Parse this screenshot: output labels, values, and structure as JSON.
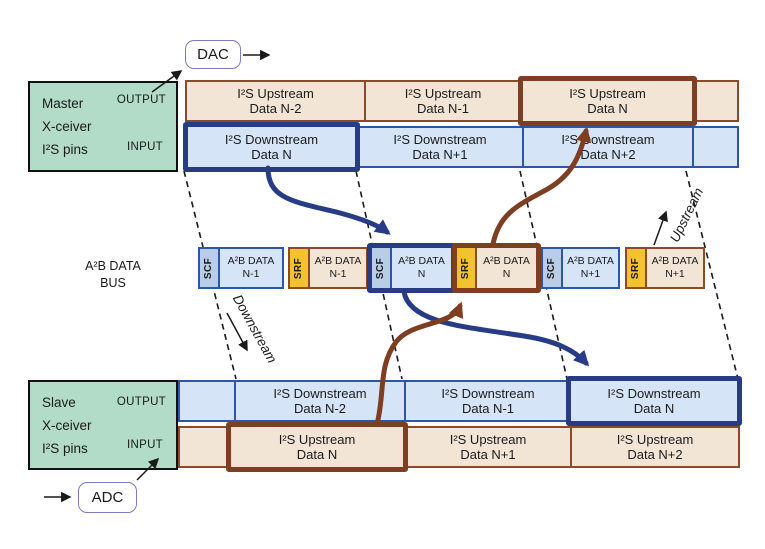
{
  "dac": {
    "label": "DAC"
  },
  "adc": {
    "label": "ADC"
  },
  "master": {
    "line1": "Master",
    "line2": "X-ceiver",
    "line3": "I²S pins",
    "output": "OUTPUT",
    "input": "INPUT"
  },
  "slave": {
    "line1": "Slave",
    "line2": "X-ceiver",
    "line3": "I²S pins",
    "output": "OUTPUT",
    "input": "INPUT"
  },
  "bus_label": {
    "line1": "A²B DATA",
    "line2": "BUS"
  },
  "directions": {
    "downstream": "Downstream",
    "upstream": "Upstream"
  },
  "rows": {
    "top_upstream": {
      "cells": [
        {
          "line1": "I²S Upstream",
          "line2": "Data N-2",
          "highlight": "none"
        },
        {
          "line1": "I²S Upstream",
          "line2": "Data N-1",
          "highlight": "none"
        },
        {
          "line1": "I²S Upstream",
          "line2": "Data N",
          "highlight": "brown"
        },
        {
          "line1": "",
          "line2": "",
          "highlight": "none"
        }
      ]
    },
    "top_downstream": {
      "cells": [
        {
          "line1": "I²S Downstream",
          "line2": "Data N",
          "highlight": "navy"
        },
        {
          "line1": "I²S Downstream",
          "line2": "Data N+1",
          "highlight": "none"
        },
        {
          "line1": "I²S Downstream",
          "line2": "Data N+2",
          "highlight": "none"
        },
        {
          "line1": "",
          "line2": "",
          "highlight": "none"
        }
      ]
    },
    "bottom_downstream": {
      "cells": [
        {
          "line1": "",
          "line2": "",
          "highlight": "none"
        },
        {
          "line1": "I²S Downstream",
          "line2": "Data N-2",
          "highlight": "none"
        },
        {
          "line1": "I²S Downstream",
          "line2": "Data N-1",
          "highlight": "none"
        },
        {
          "line1": "I²S Downstream",
          "line2": "Data N",
          "highlight": "navy"
        }
      ]
    },
    "bottom_upstream": {
      "cells": [
        {
          "line1": "",
          "line2": "",
          "highlight": "none"
        },
        {
          "line1": "I²S Upstream",
          "line2": "Data N",
          "highlight": "brown"
        },
        {
          "line1": "I²S Upstream",
          "line2": "Data N+1",
          "highlight": "none"
        },
        {
          "line1": "I²S Upstream",
          "line2": "Data N+2",
          "highlight": "none"
        }
      ]
    }
  },
  "bus": {
    "blocks": [
      {
        "tag": "SCF",
        "line1": "A²B DATA",
        "line2": "N-1",
        "type": "scf",
        "highlight": "none"
      },
      {
        "tag": "SRF",
        "line1": "A²B DATA",
        "line2": "N-1",
        "type": "srf",
        "highlight": "none"
      },
      {
        "tag": "SCF",
        "line1": "A²B DATA",
        "line2": "N",
        "type": "scf",
        "highlight": "navy"
      },
      {
        "tag": "SRF",
        "line1": "A²B DATA",
        "line2": "N",
        "type": "srf",
        "highlight": "brown"
      },
      {
        "tag": "SCF",
        "line1": "A²B DATA",
        "line2": "N+1",
        "type": "scf",
        "highlight": "none"
      },
      {
        "tag": "SRF",
        "line1": "A²B DATA",
        "line2": "N+1",
        "type": "srf",
        "highlight": "none"
      }
    ]
  },
  "colors": {
    "xceiver_fill": "#b2dcc8",
    "tan_fill": "#f3e5d5",
    "blue_fill": "#d6e4f7",
    "brown_border": "#8c4a2b",
    "blue_border": "#2d55a8",
    "highlight_navy": "#273c85",
    "highlight_brown": "#7d3e21",
    "srf_gold": "#f2c231",
    "scf_tab_blue": "#b9cde9",
    "chip_border": "#7b7bbf"
  }
}
